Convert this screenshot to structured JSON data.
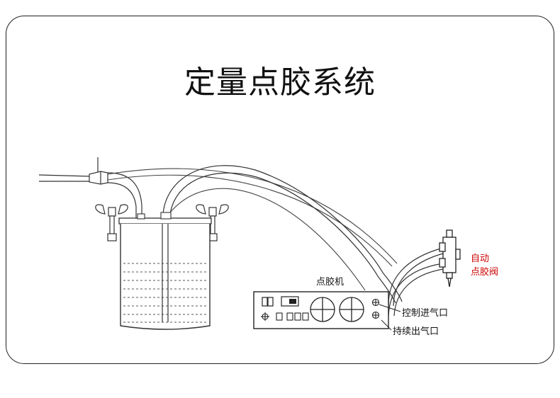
{
  "title": "定量点胶系统",
  "labels": {
    "machine": "点胶机",
    "valve_line1": "自动",
    "valve_line2": "点胶阀",
    "control_inlet": "控制进气口",
    "continuous_outlet": "持续出气口"
  },
  "colors": {
    "line": "#222222",
    "valve_label": "#cc0000",
    "text": "#111111"
  }
}
